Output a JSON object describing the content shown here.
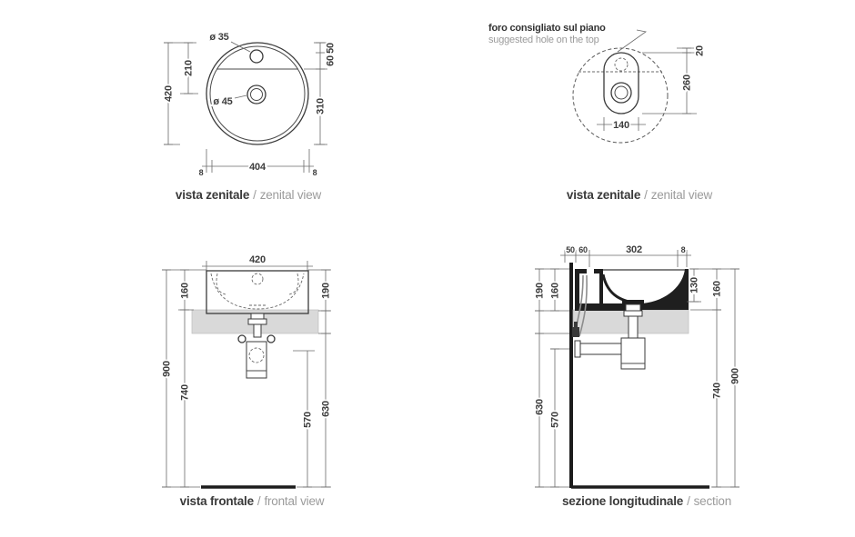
{
  "colors": {
    "line": "#4a4a4a",
    "drawing_black": "#1f1f1f",
    "dim_text": "#3d3d3d",
    "caption_bold": "#3a3a3a",
    "caption_light": "#9b9b9b",
    "counter_slab": "#d9d9d9",
    "background": "#ffffff"
  },
  "panel_zenital_left": {
    "caption": {
      "bold": "vista zenitale",
      "sep": "/",
      "light": "zenital view"
    },
    "dims": {
      "faucet_hole_dia": "ø 35",
      "drain_hole_dia": "ø 45",
      "overall_height": "420",
      "top_to_center": "210",
      "top_to_rim": "50",
      "rim_to_line": "60",
      "line_to_bottom": "310",
      "inner_width": "404",
      "rim_left": "8",
      "rim_right": "8"
    }
  },
  "panel_zenital_right": {
    "caption": {
      "bold": "vista zenitale",
      "sep": "/",
      "light": "zenital view"
    },
    "note": {
      "line1": "foro consigliato sul piano",
      "line2": "suggested hole on the top"
    },
    "dims": {
      "top_offset": "20",
      "hole_length": "260",
      "hole_width": "140"
    }
  },
  "panel_frontal": {
    "caption": {
      "bold": "vista frontale",
      "sep": "/",
      "light": "frontal view"
    },
    "dims": {
      "width": "420",
      "basin_above_counter": "160",
      "basin_total": "190",
      "overall_height": "900",
      "counter_top_height": "740",
      "counter_bottom_height": "630",
      "drain_height": "570"
    }
  },
  "panel_section": {
    "caption": {
      "bold": "sezione longitudinale",
      "sep": "/",
      "light": "section"
    },
    "dims": {
      "wall_to_hole": "50",
      "hole_span": "60",
      "depth": "302",
      "rim_edge": "8",
      "basin_total": "190",
      "basin_above_counter": "160",
      "bowl_depth": "130",
      "basin_height_right": "160",
      "counter_bottom_height": "630",
      "drain_height": "570",
      "counter_top_height": "740",
      "overall_height": "900"
    }
  }
}
